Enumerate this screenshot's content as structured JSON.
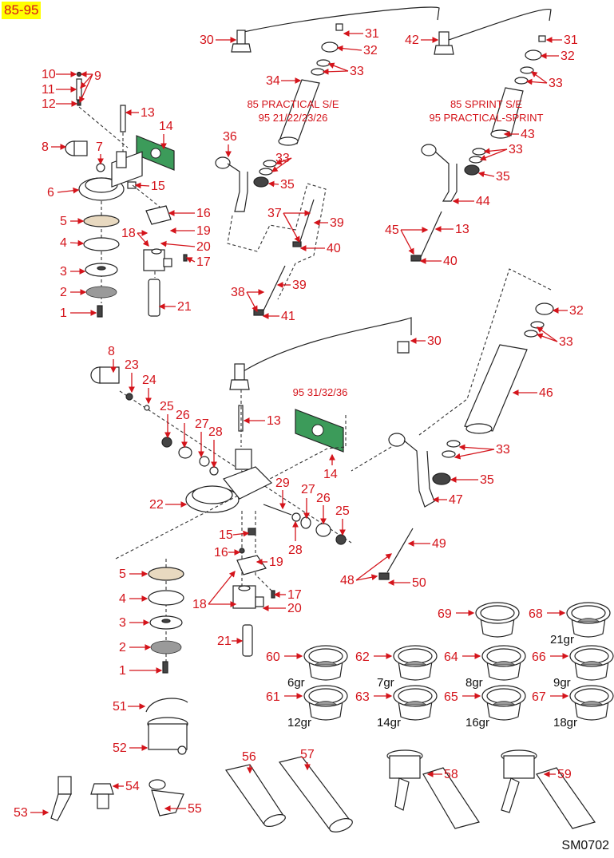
{
  "header": {
    "badge": "85-95"
  },
  "footer": {
    "drawing_code": "SM0702"
  },
  "variants": {
    "top_middle": [
      "85 PRACTICAL S/E",
      "95 21/22/23/26"
    ],
    "top_right": [
      "85 SPRINT S/E",
      "95 PRACTICAL-SPRINT"
    ],
    "center": [
      "95 31/32/36"
    ]
  },
  "accent_color": "#d4141b",
  "badge_color": "#ffff00",
  "gasket_plate_color": "#3c9b5a",
  "callouts": [
    {
      "id": "c10",
      "label": "10"
    },
    {
      "id": "c9",
      "label": "9"
    },
    {
      "id": "c11",
      "label": "11"
    },
    {
      "id": "c12",
      "label": "12"
    },
    {
      "id": "c13a",
      "label": "13"
    },
    {
      "id": "c14a",
      "label": "14"
    },
    {
      "id": "c8a",
      "label": "8"
    },
    {
      "id": "c7",
      "label": "7"
    },
    {
      "id": "c6",
      "label": "6"
    },
    {
      "id": "c15a",
      "label": "15"
    },
    {
      "id": "c16a",
      "label": "16"
    },
    {
      "id": "c19a",
      "label": "19"
    },
    {
      "id": "c18a",
      "label": "18"
    },
    {
      "id": "c20a",
      "label": "20"
    },
    {
      "id": "c17a",
      "label": "17"
    },
    {
      "id": "c5a",
      "label": "5"
    },
    {
      "id": "c4a",
      "label": "4"
    },
    {
      "id": "c3a",
      "label": "3"
    },
    {
      "id": "c2a",
      "label": "2"
    },
    {
      "id": "c1a",
      "label": "1"
    },
    {
      "id": "c21a",
      "label": "21"
    },
    {
      "id": "c30a",
      "label": "30"
    },
    {
      "id": "c31a",
      "label": "31"
    },
    {
      "id": "c32a",
      "label": "32"
    },
    {
      "id": "c33a",
      "label": "33"
    },
    {
      "id": "c34",
      "label": "34"
    },
    {
      "id": "c36",
      "label": "36"
    },
    {
      "id": "c33b",
      "label": "33"
    },
    {
      "id": "c35a",
      "label": "35"
    },
    {
      "id": "c37",
      "label": "37"
    },
    {
      "id": "c39a",
      "label": "39"
    },
    {
      "id": "c40a",
      "label": "40"
    },
    {
      "id": "c38",
      "label": "38"
    },
    {
      "id": "c39b",
      "label": "39"
    },
    {
      "id": "c41",
      "label": "41"
    },
    {
      "id": "c42",
      "label": "42"
    },
    {
      "id": "c31b",
      "label": "31"
    },
    {
      "id": "c32b",
      "label": "32"
    },
    {
      "id": "c33c",
      "label": "33"
    },
    {
      "id": "c43",
      "label": "43"
    },
    {
      "id": "c33d",
      "label": "33"
    },
    {
      "id": "c35b",
      "label": "35"
    },
    {
      "id": "c44",
      "label": "44"
    },
    {
      "id": "c45",
      "label": "45"
    },
    {
      "id": "c13b",
      "label": "13"
    },
    {
      "id": "c40b",
      "label": "40"
    },
    {
      "id": "c32c",
      "label": "32"
    },
    {
      "id": "c33e",
      "label": "33"
    },
    {
      "id": "c30b",
      "label": "30"
    },
    {
      "id": "c46",
      "label": "46"
    },
    {
      "id": "c8b",
      "label": "8"
    },
    {
      "id": "c23",
      "label": "23"
    },
    {
      "id": "c24",
      "label": "24"
    },
    {
      "id": "c25a",
      "label": "25"
    },
    {
      "id": "c26a",
      "label": "26"
    },
    {
      "id": "c27a",
      "label": "27"
    },
    {
      "id": "c28a",
      "label": "28"
    },
    {
      "id": "c13c",
      "label": "13"
    },
    {
      "id": "c14b",
      "label": "14"
    },
    {
      "id": "c33f",
      "label": "33"
    },
    {
      "id": "c35c",
      "label": "35"
    },
    {
      "id": "c22",
      "label": "22"
    },
    {
      "id": "c29",
      "label": "29"
    },
    {
      "id": "c27b",
      "label": "27"
    },
    {
      "id": "c26b",
      "label": "26"
    },
    {
      "id": "c25b",
      "label": "25"
    },
    {
      "id": "c28b",
      "label": "28"
    },
    {
      "id": "c47",
      "label": "47"
    },
    {
      "id": "c15b",
      "label": "15"
    },
    {
      "id": "c16b",
      "label": "16"
    },
    {
      "id": "c19b",
      "label": "19"
    },
    {
      "id": "c49",
      "label": "49"
    },
    {
      "id": "c48",
      "label": "48"
    },
    {
      "id": "c50",
      "label": "50"
    },
    {
      "id": "c5b",
      "label": "5"
    },
    {
      "id": "c4b",
      "label": "4"
    },
    {
      "id": "c18b",
      "label": "18"
    },
    {
      "id": "c17b",
      "label": "17"
    },
    {
      "id": "c20b",
      "label": "20"
    },
    {
      "id": "c3b",
      "label": "3"
    },
    {
      "id": "c2b",
      "label": "2"
    },
    {
      "id": "c21b",
      "label": "21"
    },
    {
      "id": "c1b",
      "label": "1"
    },
    {
      "id": "c51",
      "label": "51"
    },
    {
      "id": "c52",
      "label": "52"
    },
    {
      "id": "c53",
      "label": "53"
    },
    {
      "id": "c54",
      "label": "54"
    },
    {
      "id": "c55",
      "label": "55"
    },
    {
      "id": "c56",
      "label": "56"
    },
    {
      "id": "c57",
      "label": "57"
    },
    {
      "id": "c58",
      "label": "58"
    },
    {
      "id": "c59",
      "label": "59"
    }
  ],
  "filter_baskets": [
    {
      "number": "69",
      "weight": ""
    },
    {
      "number": "68",
      "weight": "21gr"
    },
    {
      "number": "60",
      "weight": "6gr"
    },
    {
      "number": "62",
      "weight": "7gr"
    },
    {
      "number": "64",
      "weight": "8gr"
    },
    {
      "number": "66",
      "weight": "9gr"
    },
    {
      "number": "61",
      "weight": "12gr"
    },
    {
      "number": "63",
      "weight": "14gr"
    },
    {
      "number": "65",
      "weight": "16gr"
    },
    {
      "number": "67",
      "weight": "18gr"
    }
  ]
}
